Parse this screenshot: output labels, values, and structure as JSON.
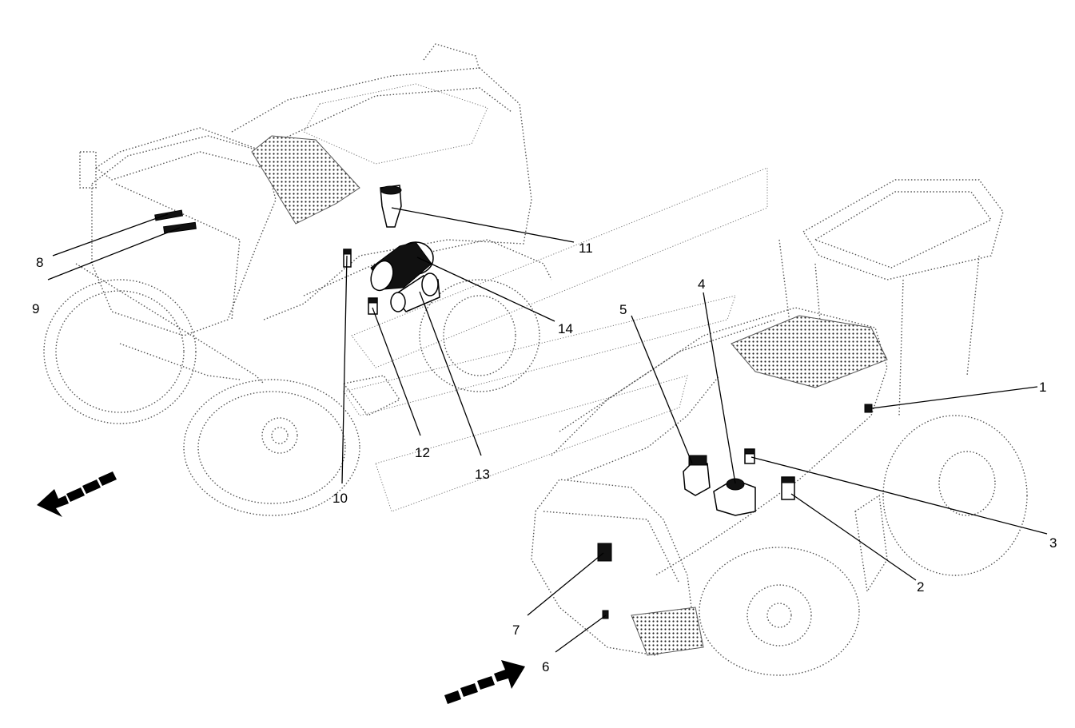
{
  "callouts": [
    {
      "id": "1",
      "label": "1"
    },
    {
      "id": "2",
      "label": "2"
    },
    {
      "id": "3",
      "label": "3"
    },
    {
      "id": "4",
      "label": "4"
    },
    {
      "id": "5",
      "label": "5"
    },
    {
      "id": "6",
      "label": "6"
    },
    {
      "id": "7",
      "label": "7"
    },
    {
      "id": "8",
      "label": "8"
    },
    {
      "id": "9",
      "label": "9"
    },
    {
      "id": "10",
      "label": "10"
    },
    {
      "id": "11",
      "label": "11"
    },
    {
      "id": "12",
      "label": "12"
    },
    {
      "id": "13",
      "label": "13"
    },
    {
      "id": "14",
      "label": "14"
    }
  ],
  "icons": {
    "rear_view_arrow": "direction-arrow-icon",
    "front_view_arrow": "direction-arrow-icon"
  },
  "colors": {
    "ink": "#000000",
    "outline": "#555555",
    "background": "#ffffff"
  }
}
